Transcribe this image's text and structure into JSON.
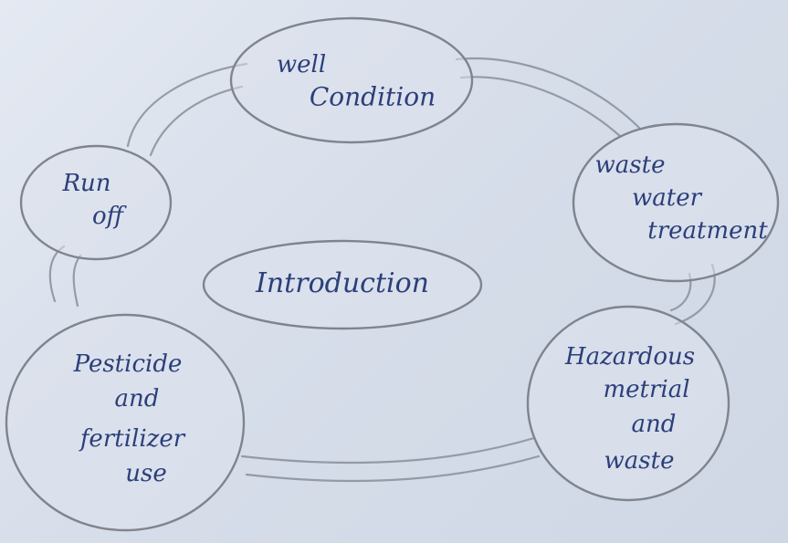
{
  "center": {
    "lines": [
      "Introduction"
    ]
  },
  "nodes": {
    "well_condition": {
      "lines": [
        "well",
        "Condition"
      ]
    },
    "waste_water": {
      "lines": [
        "waste",
        "water",
        "treatment"
      ]
    },
    "hazardous": {
      "lines": [
        "Hazardous",
        "metrial",
        "and",
        "waste"
      ]
    },
    "pesticide": {
      "lines": [
        "Pesticide",
        "and",
        "fertilizer",
        "use"
      ]
    },
    "run_off": {
      "lines": [
        "Run",
        "off"
      ]
    }
  },
  "colors": {
    "ink": "#2b3f7a",
    "pencil": "#7f848e",
    "paper": "#dde4ef"
  }
}
